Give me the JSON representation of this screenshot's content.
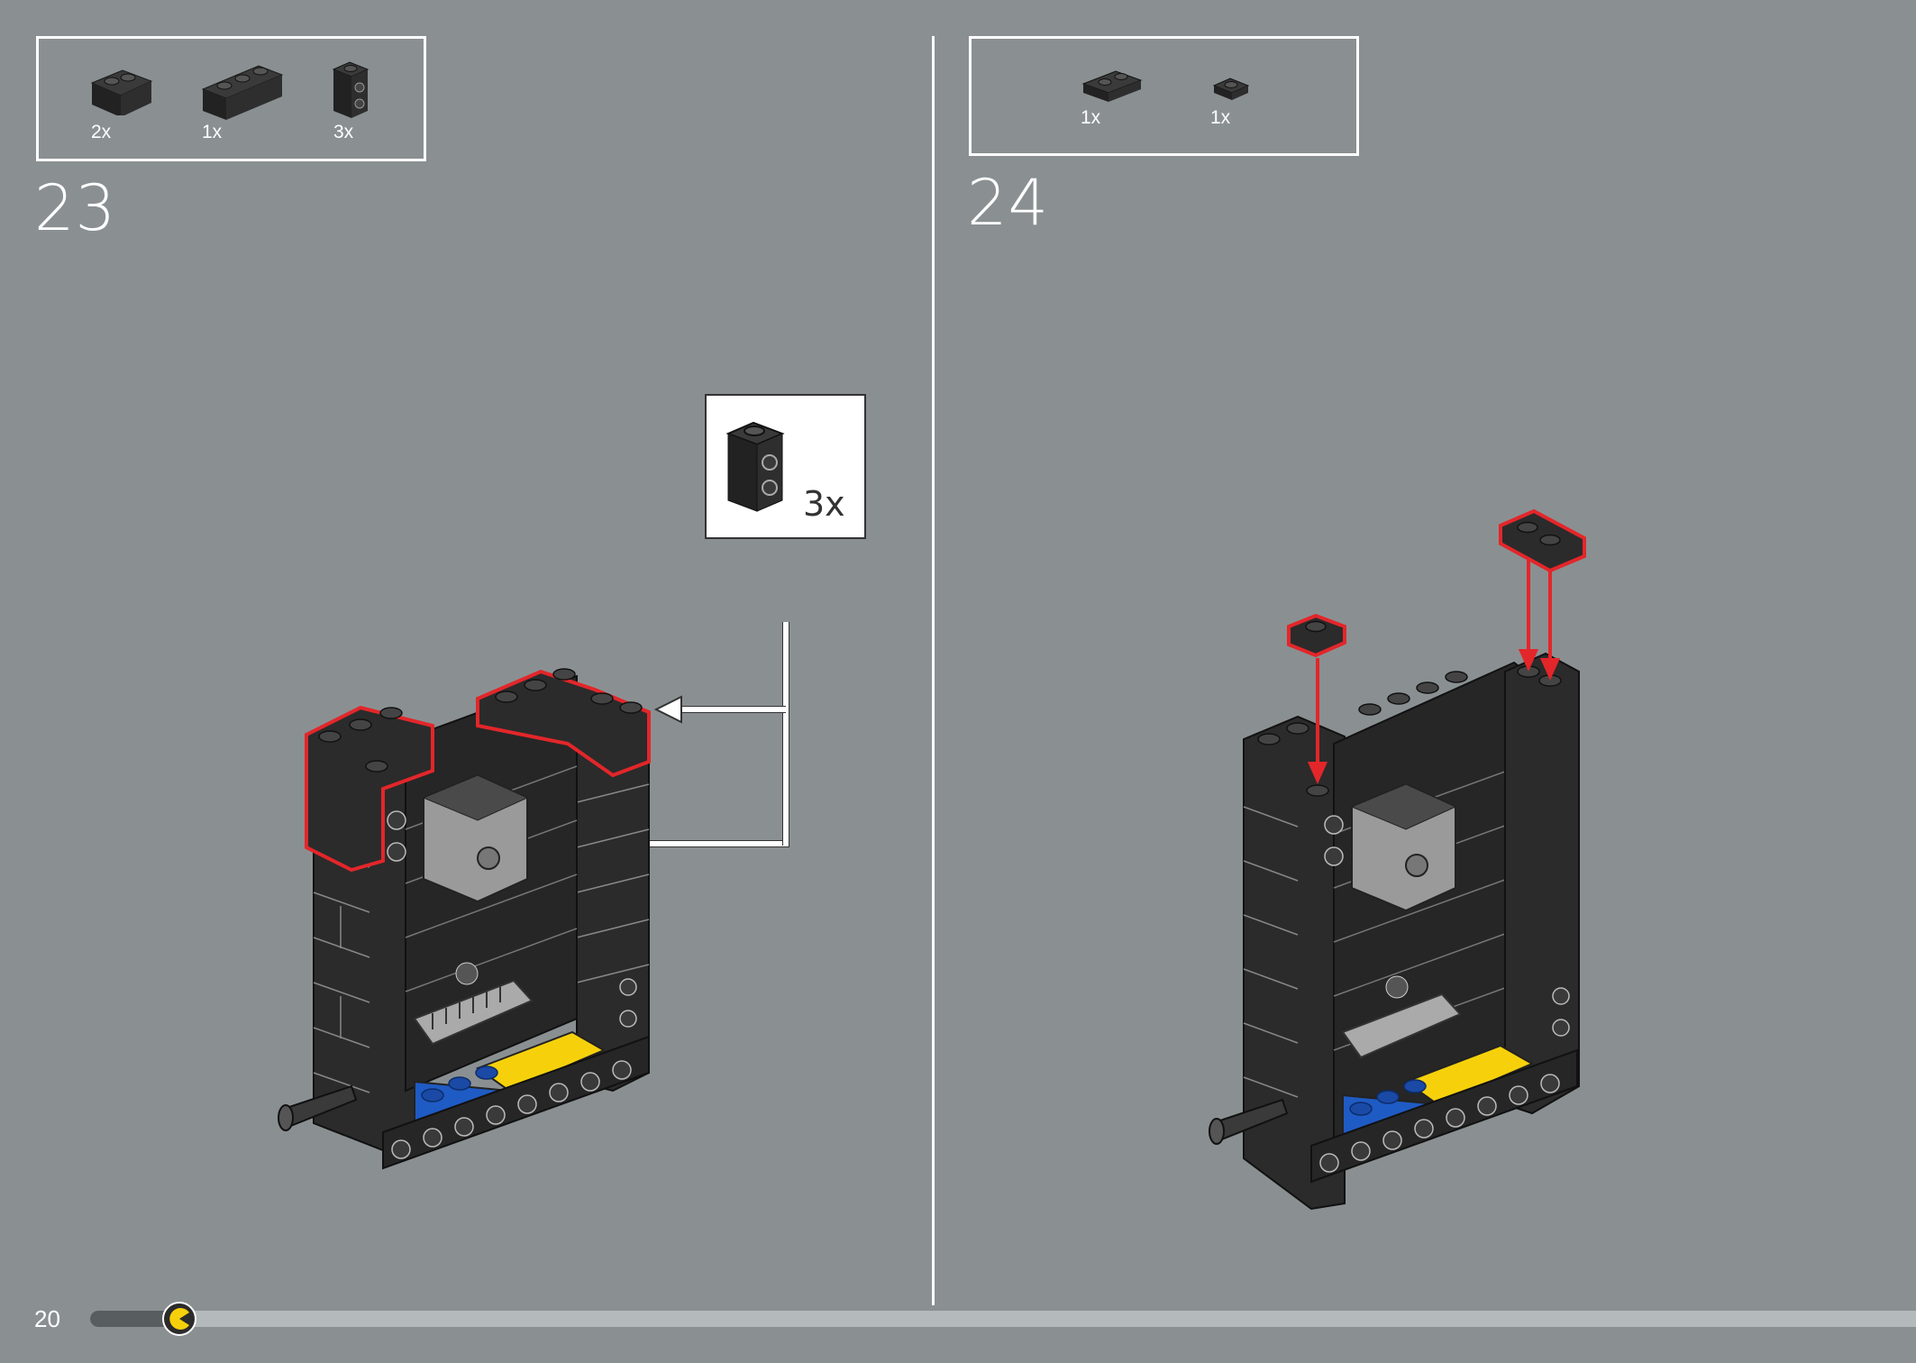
{
  "steps": [
    {
      "number": "23",
      "parts": [
        {
          "qty": "2x",
          "icon": "brick-1x2-icon"
        },
        {
          "qty": "1x",
          "icon": "brick-1x3-icon"
        },
        {
          "qty": "3x",
          "icon": "brick-1x1-with-studs-on-side-icon"
        }
      ],
      "callout": {
        "qty": "3x",
        "icon": "brick-1x1-with-studs-on-side-icon"
      }
    },
    {
      "number": "24",
      "parts": [
        {
          "qty": "1x",
          "icon": "plate-1x2-icon"
        },
        {
          "qty": "1x",
          "icon": "plate-1x1-icon"
        }
      ]
    }
  ],
  "footer": {
    "page_number": "20",
    "progress": 0.04,
    "progress_icon": "pac-man-icon"
  },
  "colors": {
    "background": "#8a9092",
    "highlight": "#e3262a",
    "brick": "#2b2b2b",
    "blue": "#1f5bc4",
    "yellow": "#f6d10b"
  }
}
